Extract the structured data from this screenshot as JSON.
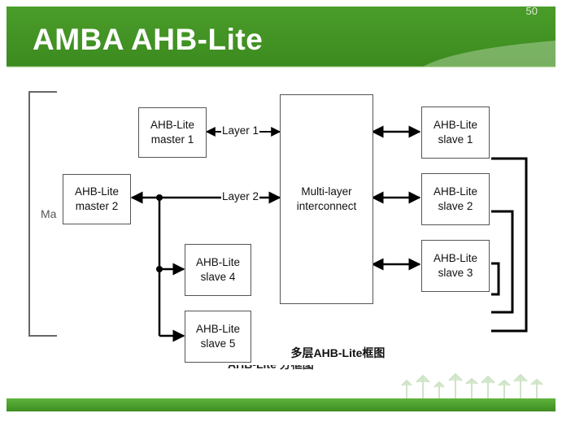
{
  "slide": {
    "title": "AMBA AHB-Lite",
    "page_number": "50",
    "caption": "多层AHB-Lite框图",
    "caption_behind": "AHB-Lite 分框图",
    "ghost_left": "Ma"
  },
  "colors": {
    "header_green": "#3c8a1f",
    "footer_green": "#4aa02c",
    "line": "#000000"
  },
  "diagram": {
    "masters": [
      {
        "label": "AHB-Lite\nmaster 1"
      },
      {
        "label": "AHB-Lite\nmaster 2"
      }
    ],
    "slides_left": [
      {
        "label": "AHB-Lite\nslave 4"
      },
      {
        "label": "AHB-Lite\nslave 5"
      }
    ],
    "slaves_right": [
      {
        "label": "AHB-Lite\nslave 1"
      },
      {
        "label": "AHB-Lite\nslave 2"
      },
      {
        "label": "AHB-Lite\nslave 3"
      }
    ],
    "interconnect": "Multi-layer\ninterconnect",
    "layers": [
      "Layer 1",
      "Layer 2"
    ]
  }
}
